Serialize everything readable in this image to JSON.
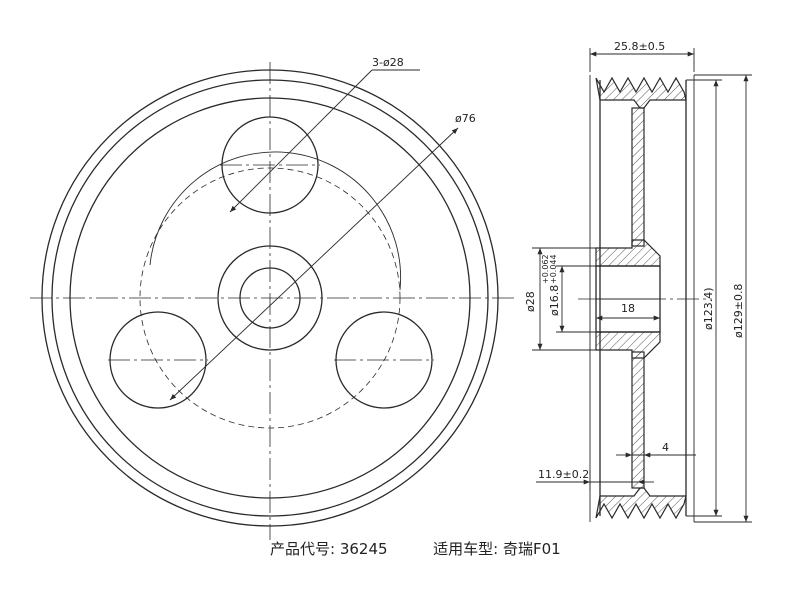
{
  "dimensions": {
    "holes": "3-ø28",
    "bolt_circle": "ø76",
    "width": "25.8±0.5",
    "hub_dia": "ø28",
    "bore_dia": "ø16.8",
    "bore_tol_upper": "+0.062",
    "bore_tol_lower": "+0.044",
    "hub_length": "18",
    "groove_dia": "ø123.4)",
    "outer_dia": "ø129±0.8",
    "web_thickness": "4",
    "offset": "11.9±0.2"
  },
  "caption": {
    "product_code_label": "产品代号:",
    "product_code": "36245",
    "vehicle_label": "适用车型:",
    "vehicle": "奇瑞F01"
  }
}
